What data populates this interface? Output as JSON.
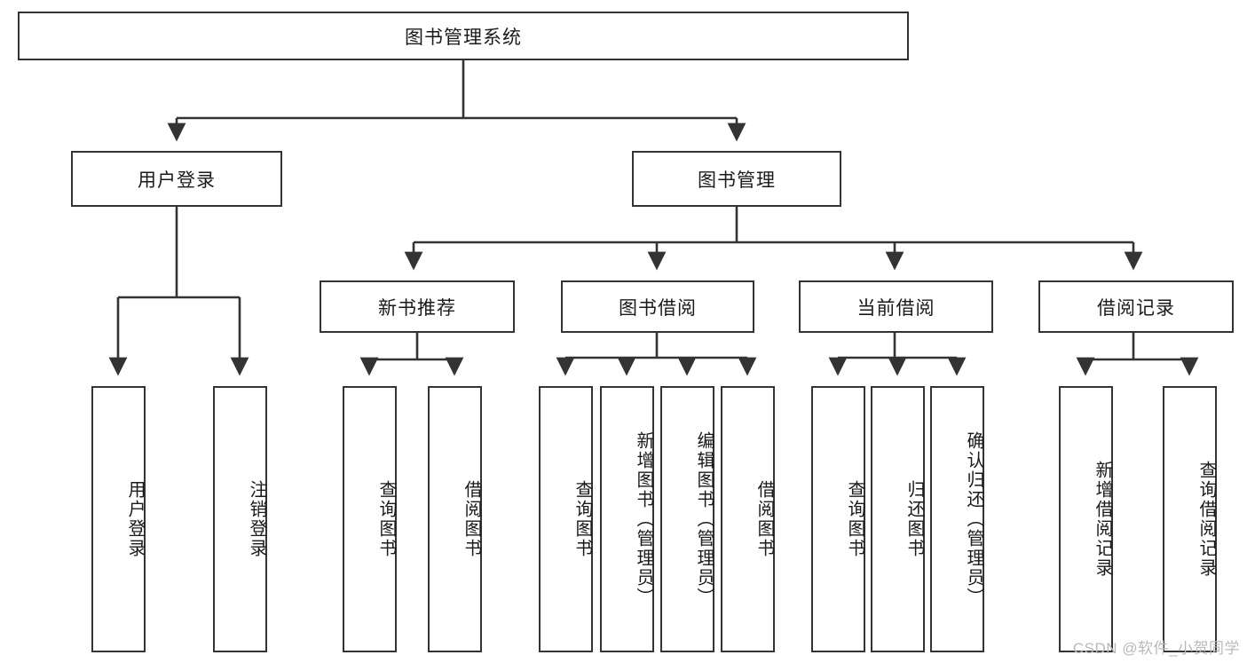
{
  "diagram": {
    "title": "图书管理系统",
    "watermark": "CSDN @软件_小贺同学",
    "line_color": "#333333",
    "box_fill": "#ffffff",
    "text_color": "#1a1a1a",
    "root": {
      "label": "图书管理系统"
    },
    "level2": [
      {
        "label": "用户登录"
      },
      {
        "label": "图书管理"
      }
    ],
    "level3": [
      {
        "label": "新书推荐"
      },
      {
        "label": "图书借阅"
      },
      {
        "label": "当前借阅"
      },
      {
        "label": "借阅记录"
      }
    ],
    "leaves": {
      "user_login": [
        {
          "label": "用户登录"
        },
        {
          "label": "注销登录"
        }
      ],
      "new_book_recommend": [
        {
          "label": "查询图书"
        },
        {
          "label": "借阅图书"
        }
      ],
      "book_borrow": [
        {
          "label": "查询图书"
        },
        {
          "label": "新增图书（管理员）"
        },
        {
          "label": "编辑图书（管理员）"
        },
        {
          "label": "借阅图书"
        }
      ],
      "current_borrow": [
        {
          "label": "查询图书"
        },
        {
          "label": "归还图书"
        },
        {
          "label": "确认归还（管理员）"
        }
      ],
      "borrow_record": [
        {
          "label": "新增借阅记录"
        },
        {
          "label": "查询借阅记录"
        }
      ]
    }
  }
}
